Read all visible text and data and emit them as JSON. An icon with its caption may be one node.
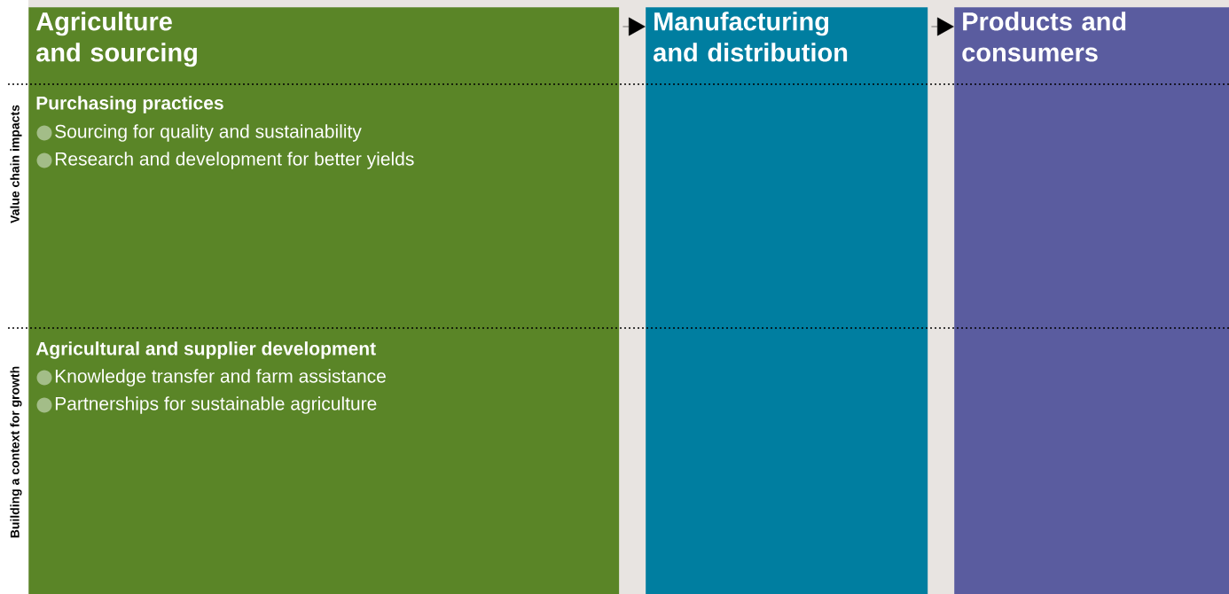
{
  "diagram": {
    "nodes": [
      {
        "text": [
          "Agriculture and sourcing",
          "Purchasing practices",
          "Sourcing for quality and sustainability",
          "Research and development for better yields",
          "Agricultural and supplier development",
          "Knowledge transfer and farm assistance",
          "Partnerships for sustainable agriculture"
        ]
      },
      {
        "text": [
          "Manufacturing and distribution"
        ]
      },
      {
        "text": [
          "Products and consumers"
        ]
      }
    ],
    "edges": [
      {
        "from": 0,
        "to": 1,
        "arrow": "to"
      },
      {
        "from": 1,
        "to": 2,
        "arrow": "to"
      }
    ],
    "labels": [
      "Value chain impacts",
      "Building a context for growth"
    ]
  }
}
